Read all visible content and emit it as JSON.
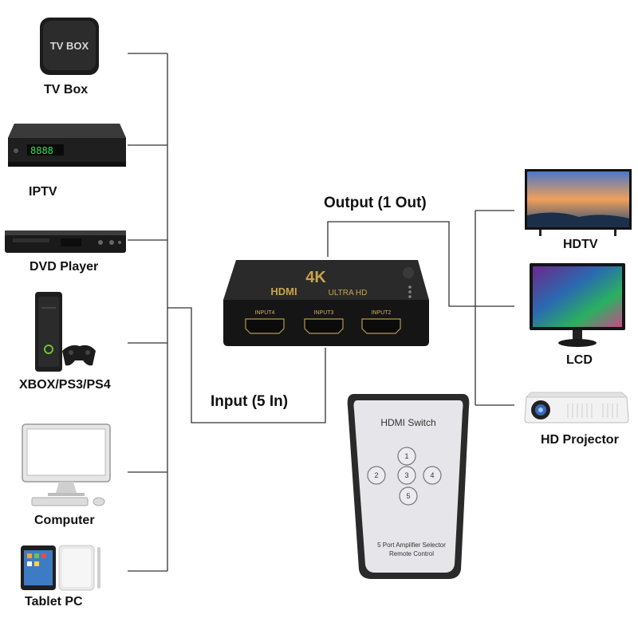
{
  "inputs": [
    {
      "label": "TV Box"
    },
    {
      "label": "IPTV"
    },
    {
      "label": "DVD Player"
    },
    {
      "label": "XBOX/PS3/PS4"
    },
    {
      "label": "Computer"
    },
    {
      "label": "Tablet PC"
    }
  ],
  "outputs": [
    {
      "label": "HDTV"
    },
    {
      "label": "LCD"
    },
    {
      "label": "HD Projector"
    }
  ],
  "labels": {
    "input_caption": "Input (5 In)",
    "output_caption": "Output (1 Out)"
  },
  "tvbox": {
    "logo_text": "TV BOX"
  },
  "iptv": {
    "display": "8888"
  },
  "switch": {
    "ports": [
      "INPUT4",
      "INPUT3",
      "INPUT2"
    ],
    "brand_1": "4K",
    "brand_2": "HDMI",
    "brand_3": "ULTRA HD"
  },
  "remote": {
    "title": "HDMI Switch",
    "buttons": [
      "1",
      "2",
      "3",
      "4",
      "5"
    ],
    "footer_1": "5 Port Amplifier Selector",
    "footer_2": "Remote Control"
  },
  "colors": {
    "wire": "#333333",
    "label": "#111111"
  }
}
